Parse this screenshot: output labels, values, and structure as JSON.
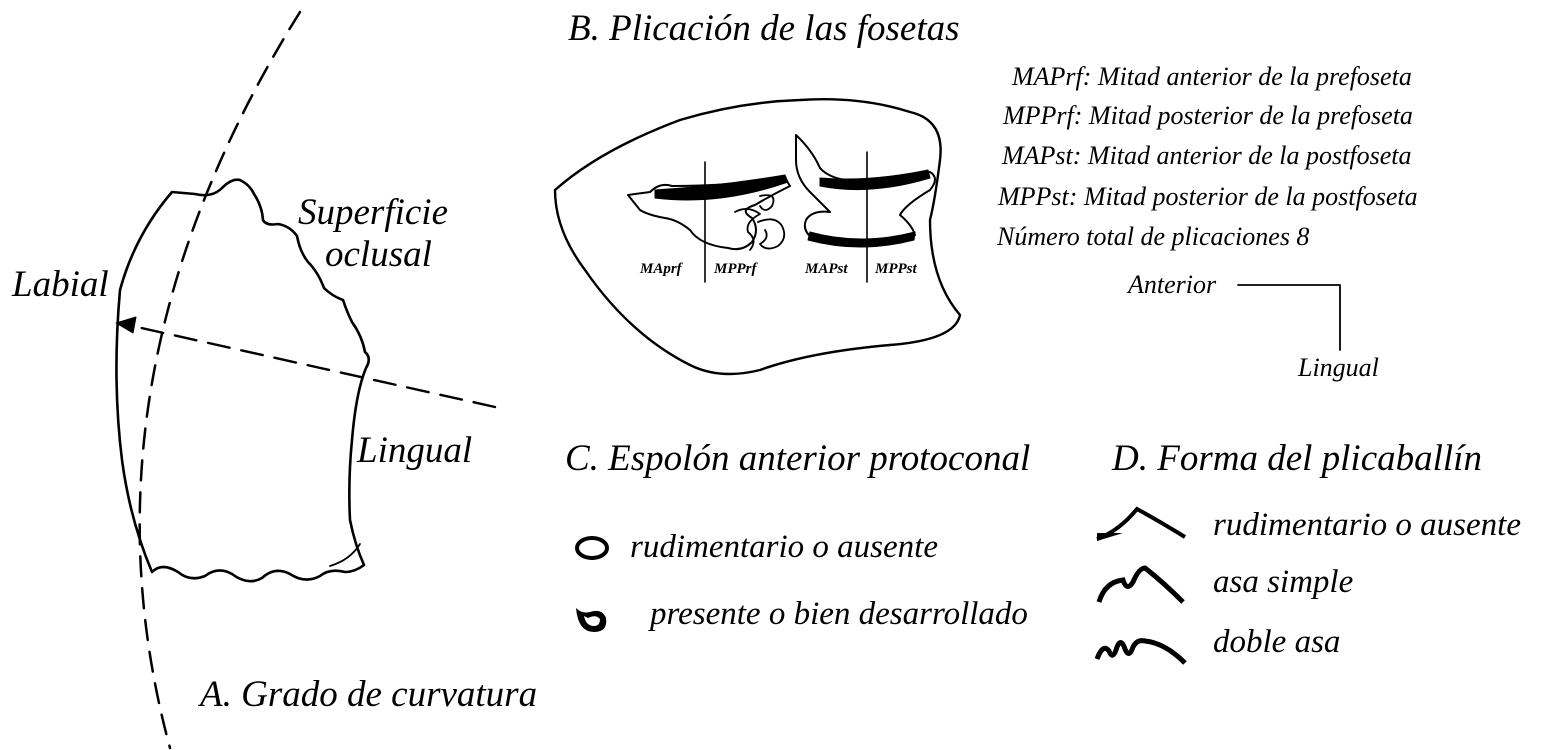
{
  "panel_a": {
    "title": "A. Grado de curvatura",
    "label_labial": "Labial",
    "label_lingual": "Lingual",
    "label_superficie": "Superficie",
    "label_oclusal": "oclusal"
  },
  "panel_b": {
    "title": "B. Plicación de las fosetas",
    "fosette_labels": [
      "MAprf",
      "MPPrf",
      "MAPst",
      "MPPst"
    ],
    "legend": [
      "MAPrf: Mitad anterior de la prefoseta",
      "MPPrf: Mitad posterior de la prefoseta",
      "MAPst: Mitad anterior de la postfoseta",
      "MPPst: Mitad posterior de la postfoseta",
      "Número total de plicaciones 8"
    ],
    "orientation_anterior": "Anterior",
    "orientation_lingual": "Lingual"
  },
  "panel_c": {
    "title": "C. Espolón anterior protoconal",
    "items": [
      {
        "icon": "oval-outline-icon",
        "label": "rudimentario o ausente"
      },
      {
        "icon": "spur-filled-icon",
        "label": "presente o bien desarrollado"
      }
    ]
  },
  "panel_d": {
    "title": "D. Forma del plicaballín",
    "items": [
      {
        "icon": "peak-stroke-icon",
        "label": "rudimentario o ausente"
      },
      {
        "icon": "single-loop-stroke-icon",
        "label": "asa simple"
      },
      {
        "icon": "double-loop-stroke-icon",
        "label": "doble asa"
      }
    ]
  }
}
